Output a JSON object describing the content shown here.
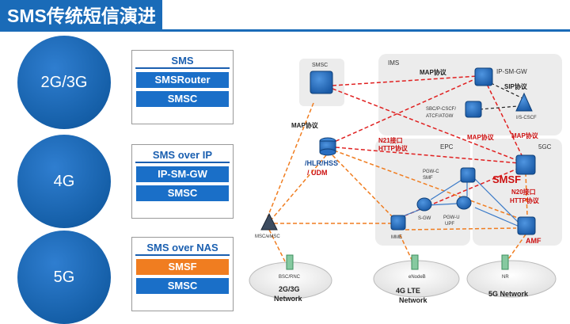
{
  "title": "SMS传统短信演进",
  "generations": [
    {
      "label": "2G/3G",
      "stack": {
        "header": "SMS",
        "blocks": [
          "SMSRouter",
          "SMSC"
        ]
      }
    },
    {
      "label": "4G",
      "stack": {
        "header": "SMS over IP",
        "blocks": [
          "IP-SM-GW",
          "SMSC"
        ]
      }
    },
    {
      "label": "5G",
      "stack": {
        "header": "SMS over NAS",
        "blocks": [
          "SMSF",
          "SMSC"
        ]
      }
    }
  ],
  "diagram": {
    "domains": {
      "ims": "IMS",
      "epc": "EPC",
      "fivegc": "5GC"
    },
    "nodes": {
      "smsc": "SMSC",
      "ip_sm_gw": "IP-SM-GW",
      "sbc": "SBC/P-CSCF/\nATCF/ATGW",
      "iscscf": "I/S-CSCF",
      "hlr": "/HLR/HSS\n/ UDM",
      "pgwc": "PGW-C\nSMF",
      "smsf": "SMSF",
      "sgw": "S-GW",
      "pgwu": "PGW-U\nUPF",
      "mme": "MME",
      "amf": "AMF",
      "msc": "MSC/eMSC",
      "bsc": "BSC/RNC",
      "enodeb": "eNodeB",
      "nr": "NR"
    },
    "labels": {
      "map1": "MAP协议",
      "sip": "SIP协议",
      "map2": "MAP协议",
      "map3": "MAP协议",
      "map4": "MAP协议",
      "n21": "N21接口\nHTTP协议",
      "n20": "N20接口\nHTTP协议"
    },
    "clouds": {
      "c2g": "2G/3G\nNetwork",
      "c4g": "4G LTE\nNetwork",
      "c5g": "5G Network"
    }
  },
  "colors": {
    "accent": "#1a6bb8",
    "red": "#e02020",
    "orange": "#f07d20",
    "dark_red_text": "#cc1111"
  }
}
